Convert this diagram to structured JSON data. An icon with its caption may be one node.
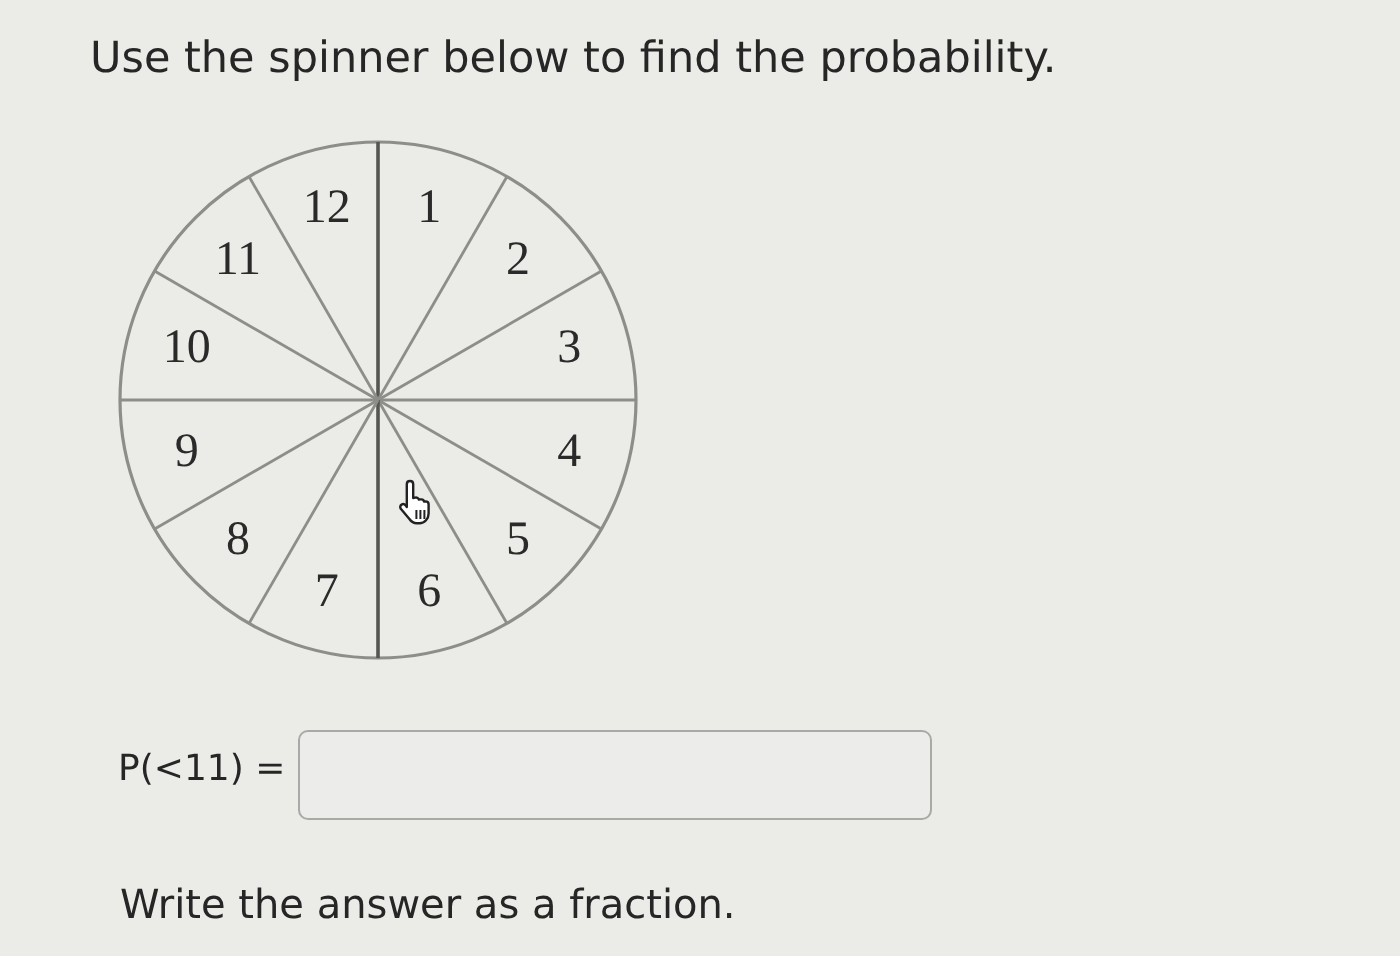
{
  "diagram": {
    "title": "Use the spinner below to find the probability.",
    "labels": [
      "12",
      "1",
      "11",
      "2",
      "10",
      "3",
      "9",
      "4",
      "8",
      "5",
      "7",
      "6",
      "P(<11) =",
      "Write the answer as a fraction."
    ]
  }
}
